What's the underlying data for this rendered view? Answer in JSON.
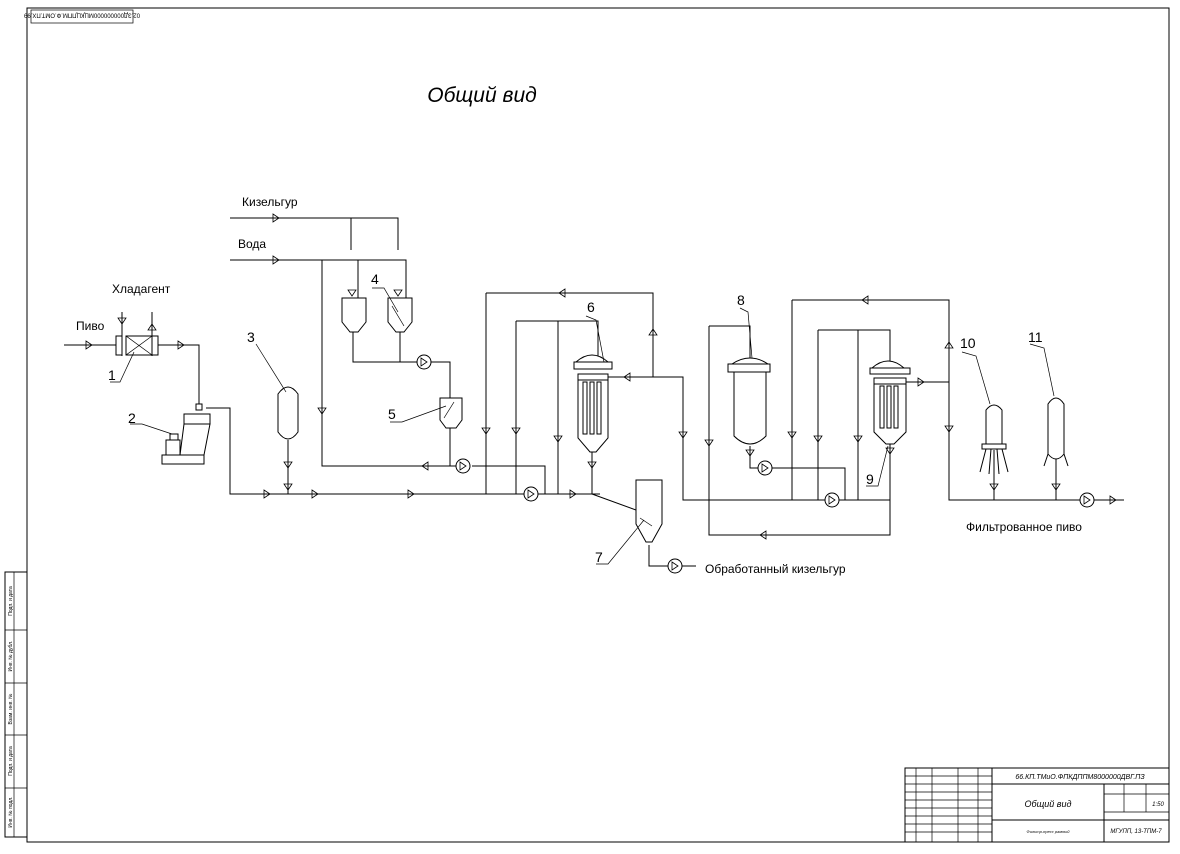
{
  "drawing": {
    "title": "Общий вид",
    "corner_stamp": "02.ЗД000000000МЦКЦППМ.Ф.ОМТ.ПХ.99"
  },
  "streams": {
    "kieselguhr": "Кизельгур",
    "water": "Вода",
    "coolant": "Хладагент",
    "beer": "Пиво",
    "filtered_beer": "Фильтрованное пиво",
    "spent_kieselguhr": "Обработанный кизельгур"
  },
  "equipment_numbers": [
    "1",
    "2",
    "3",
    "4",
    "5",
    "6",
    "7",
    "8",
    "9",
    "10",
    "11"
  ],
  "title_block": {
    "doc_code": "66.КП.ТМиО.ФПКДППМ8000000ДВГ.ПЗ",
    "name": "Общий вид",
    "scale": "1:50",
    "subtitle": "Фильтр-пресс рамный",
    "organization": "МГУПП, 13-ТПМ-7"
  },
  "side_stamp": [
    "Подп. и дата",
    "Инв. № дубл.",
    "Взам. инв. №",
    "Подп. и дата",
    "Инв. № подл."
  ]
}
